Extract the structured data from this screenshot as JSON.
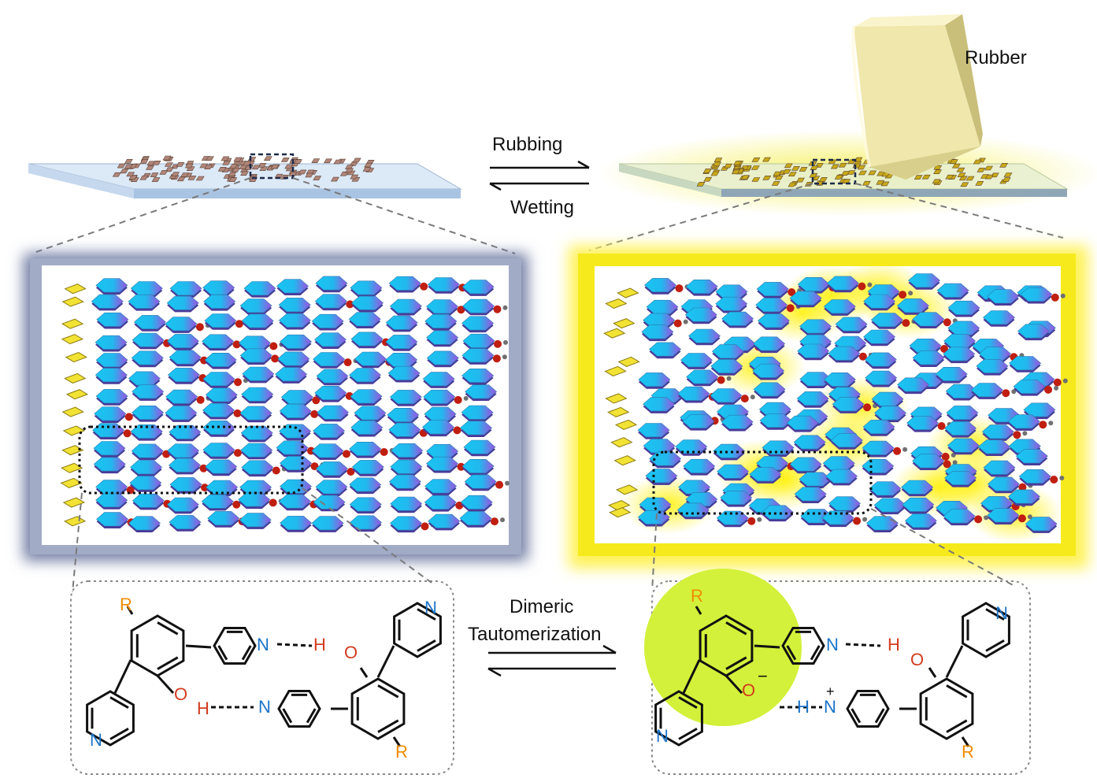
{
  "process": {
    "forward_label": "Rubbing",
    "reverse_label": "Wetting",
    "tool_label": "Rubber"
  },
  "mechanism": {
    "line1": "Dimeric",
    "line2": "Tautomerization"
  },
  "atoms": {
    "R": "R",
    "N": "N",
    "O": "O",
    "H": "H",
    "minus": "−",
    "plus": "+"
  },
  "colors": {
    "substituent_R": "#f08c00",
    "nitrogen": "#1a73c8",
    "oxygen": "#d23c1e",
    "glow_yellow": "#f5e600",
    "highlight_green": "#d5f23c",
    "frame_blue": "#8c96b4",
    "slide_blue": "#c8dcf0",
    "hexagon_cyan": "#1ec8f0",
    "hexagon_purple": "#9b4be0",
    "rubber": "#eee6a8"
  }
}
